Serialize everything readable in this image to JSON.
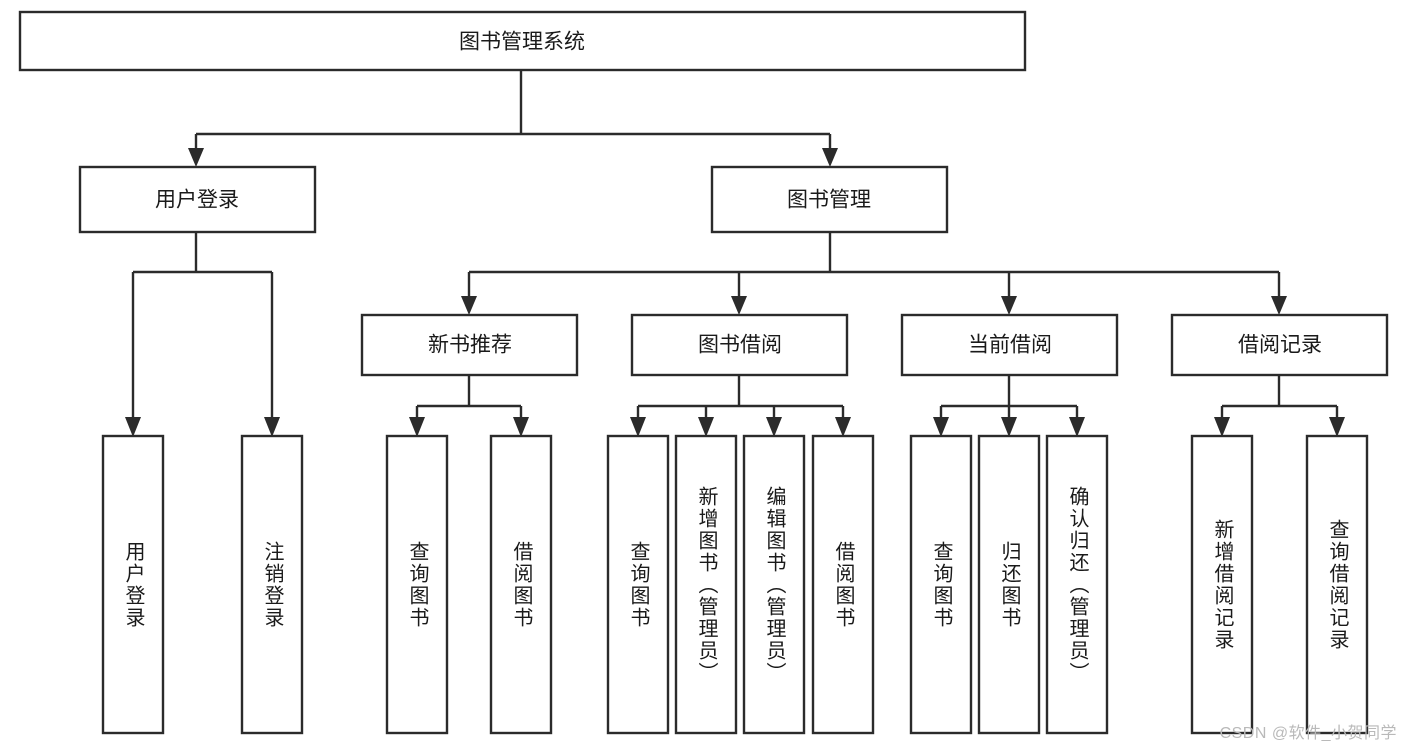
{
  "diagram": {
    "type": "hierarchy-tree",
    "title": "图书管理系统",
    "root": {
      "id": "root",
      "label": "图书管理系统",
      "level": 1
    },
    "level2": [
      {
        "id": "user-login",
        "label": "用户登录"
      },
      {
        "id": "book-manage",
        "label": "图书管理"
      }
    ],
    "level3": [
      {
        "id": "new-book-rec",
        "label": "新书推荐",
        "parent": "book-manage"
      },
      {
        "id": "book-borrow",
        "label": "图书借阅",
        "parent": "book-manage"
      },
      {
        "id": "current-borrow",
        "label": "当前借阅",
        "parent": "book-manage"
      },
      {
        "id": "borrow-record",
        "label": "借阅记录",
        "parent": "book-manage"
      }
    ],
    "leaves": {
      "user-login": [
        {
          "id": "leaf-user-login",
          "label": "用户登录"
        },
        {
          "id": "leaf-user-logout",
          "label": "注销登录"
        }
      ],
      "new-book-rec": [
        {
          "id": "leaf-query-book-1",
          "label": "查询图书"
        },
        {
          "id": "leaf-borrow-book-1",
          "label": "借阅图书"
        }
      ],
      "book-borrow": [
        {
          "id": "leaf-query-book-2",
          "label": "查询图书"
        },
        {
          "id": "leaf-add-book",
          "label": "新增图书（管理员）"
        },
        {
          "id": "leaf-edit-book",
          "label": "编辑图书（管理员）"
        },
        {
          "id": "leaf-borrow-book-2",
          "label": "借阅图书"
        }
      ],
      "current-borrow": [
        {
          "id": "leaf-query-book-3",
          "label": "查询图书"
        },
        {
          "id": "leaf-return-book",
          "label": "归还图书"
        },
        {
          "id": "leaf-confirm-return",
          "label": "确认归还（管理员）"
        }
      ],
      "borrow-record": [
        {
          "id": "leaf-add-record",
          "label": "新增借阅记录"
        },
        {
          "id": "leaf-query-record",
          "label": "查询借阅记录"
        }
      ]
    },
    "colors": {
      "box_fill": "#ffffff",
      "box_stroke": "#2b2b2b",
      "text": "#1a1a1a",
      "background": "#ffffff",
      "watermark": "#b9b9b9"
    }
  },
  "watermark": {
    "text": "CSDN @软件_小贺同学"
  }
}
